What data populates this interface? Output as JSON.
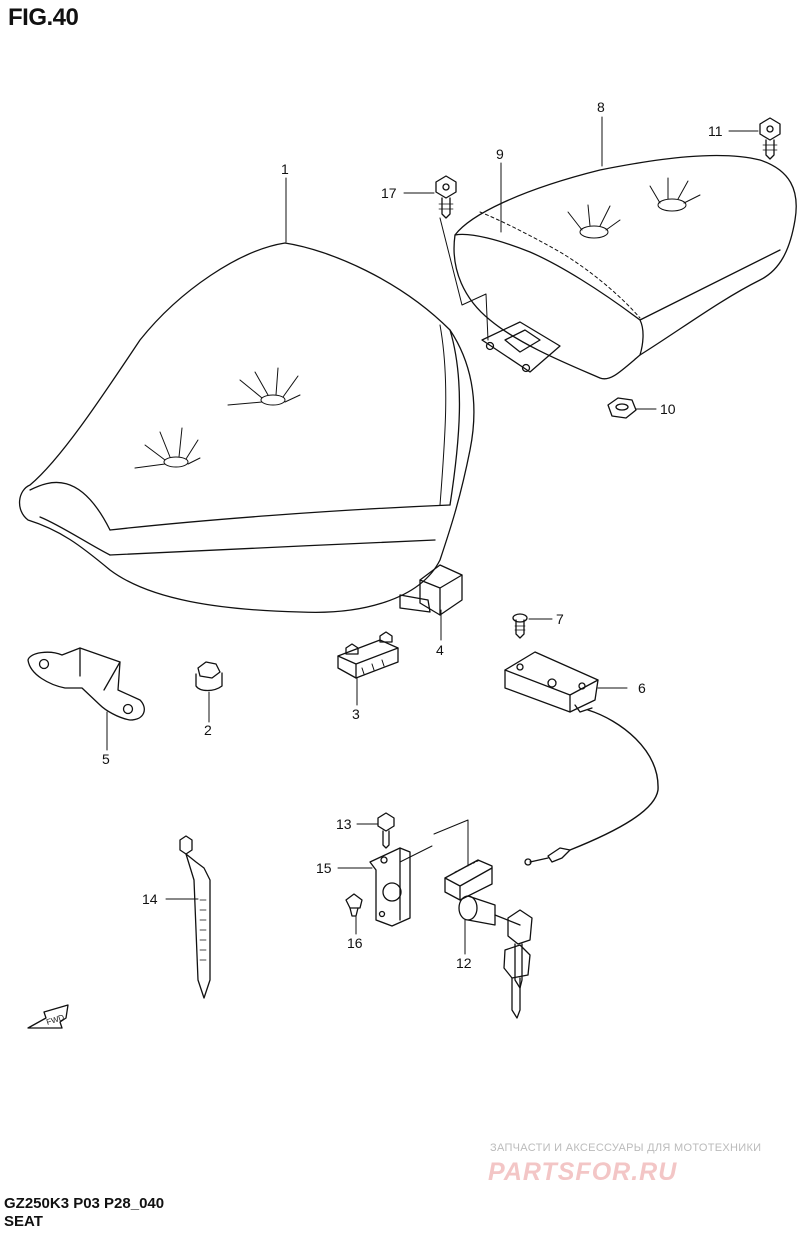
{
  "figure": {
    "title": "FIG.40",
    "model_code": "GZ250K3 P03 P28_040",
    "section_name": "SEAT"
  },
  "direction_marker": {
    "label": "FWD",
    "icon": "fwd-arrow-icon"
  },
  "parts": [
    {
      "number": "1"
    },
    {
      "number": "2"
    },
    {
      "number": "3"
    },
    {
      "number": "4"
    },
    {
      "number": "5"
    },
    {
      "number": "6"
    },
    {
      "number": "7"
    },
    {
      "number": "8"
    },
    {
      "number": "9"
    },
    {
      "number": "10"
    },
    {
      "number": "11"
    },
    {
      "number": "12"
    },
    {
      "number": "13"
    },
    {
      "number": "14"
    },
    {
      "number": "15"
    },
    {
      "number": "16"
    },
    {
      "number": "17"
    }
  ],
  "watermark": {
    "tagline": "ЗАПЧАСТИ И АКСЕССУАРЫ ДЛЯ МОТОТЕХНИКИ",
    "logo_text": "PARTSFOR.RU",
    "color": "#f3c6c6"
  }
}
